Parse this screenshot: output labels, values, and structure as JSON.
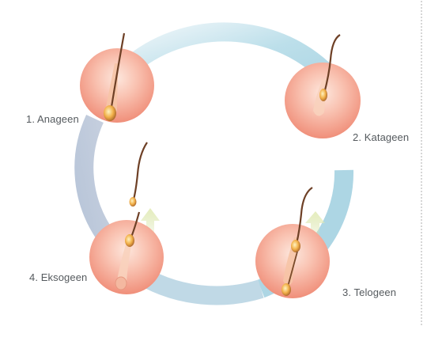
{
  "diagram": {
    "stages": [
      {
        "id": "anagen",
        "label": "1. Anageen"
      },
      {
        "id": "catagen",
        "label": "2. Katageen"
      },
      {
        "id": "telogen",
        "label": "3. Telogeen"
      },
      {
        "id": "exogen",
        "label": "4. Eksogeen"
      }
    ],
    "colors": {
      "ring_light": "#eaf4f8",
      "ring_blue": "#a9d3e2",
      "ring_grey": "#c3cfde",
      "skin": "#f4a08c",
      "skin_light": "#fce6dd",
      "hair": "#7a4a2a",
      "bulb": "#f2b14a",
      "arrow": "#d6e3a8"
    }
  }
}
